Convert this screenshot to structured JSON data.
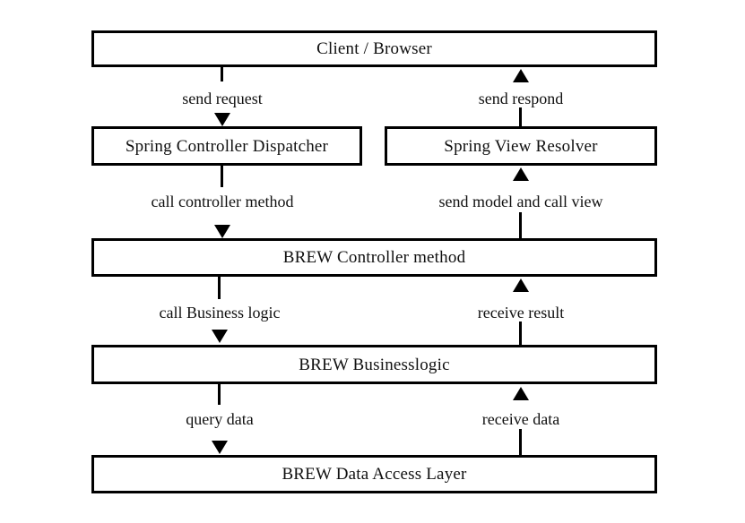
{
  "diagram": {
    "title_text": "",
    "background_color": "#ffffff",
    "stroke_color": "#000000",
    "text_color": "#101010",
    "nodes": [
      {
        "id": "client",
        "label": "Client / Browser"
      },
      {
        "id": "dispatcher",
        "label": "Spring Controller Dispatcher"
      },
      {
        "id": "viewresolver",
        "label": "Spring View Resolver"
      },
      {
        "id": "ctrlmethod",
        "label": "BREW Controller method"
      },
      {
        "id": "businesslogic",
        "label": "BREW Businesslogic"
      },
      {
        "id": "dataaccess",
        "label": "BREW Data Access Layer"
      }
    ],
    "edges": [
      {
        "id": "e1",
        "label": "send request",
        "direction": "down",
        "from": "client",
        "to": "dispatcher"
      },
      {
        "id": "e2",
        "label": "send respond",
        "direction": "up",
        "from": "viewresolver",
        "to": "client"
      },
      {
        "id": "e3",
        "label": "call controller method",
        "direction": "down",
        "from": "dispatcher",
        "to": "ctrlmethod"
      },
      {
        "id": "e4",
        "label": "send model and call view",
        "direction": "up",
        "from": "ctrlmethod",
        "to": "viewresolver"
      },
      {
        "id": "e5",
        "label": "call Business logic",
        "direction": "down",
        "from": "ctrlmethod",
        "to": "businesslogic"
      },
      {
        "id": "e6",
        "label": "receive result",
        "direction": "up",
        "from": "businesslogic",
        "to": "ctrlmethod"
      },
      {
        "id": "e7",
        "label": "query data",
        "direction": "down",
        "from": "businesslogic",
        "to": "dataaccess"
      },
      {
        "id": "e8",
        "label": "receive data",
        "direction": "up",
        "from": "dataaccess",
        "to": "businesslogic"
      }
    ]
  }
}
